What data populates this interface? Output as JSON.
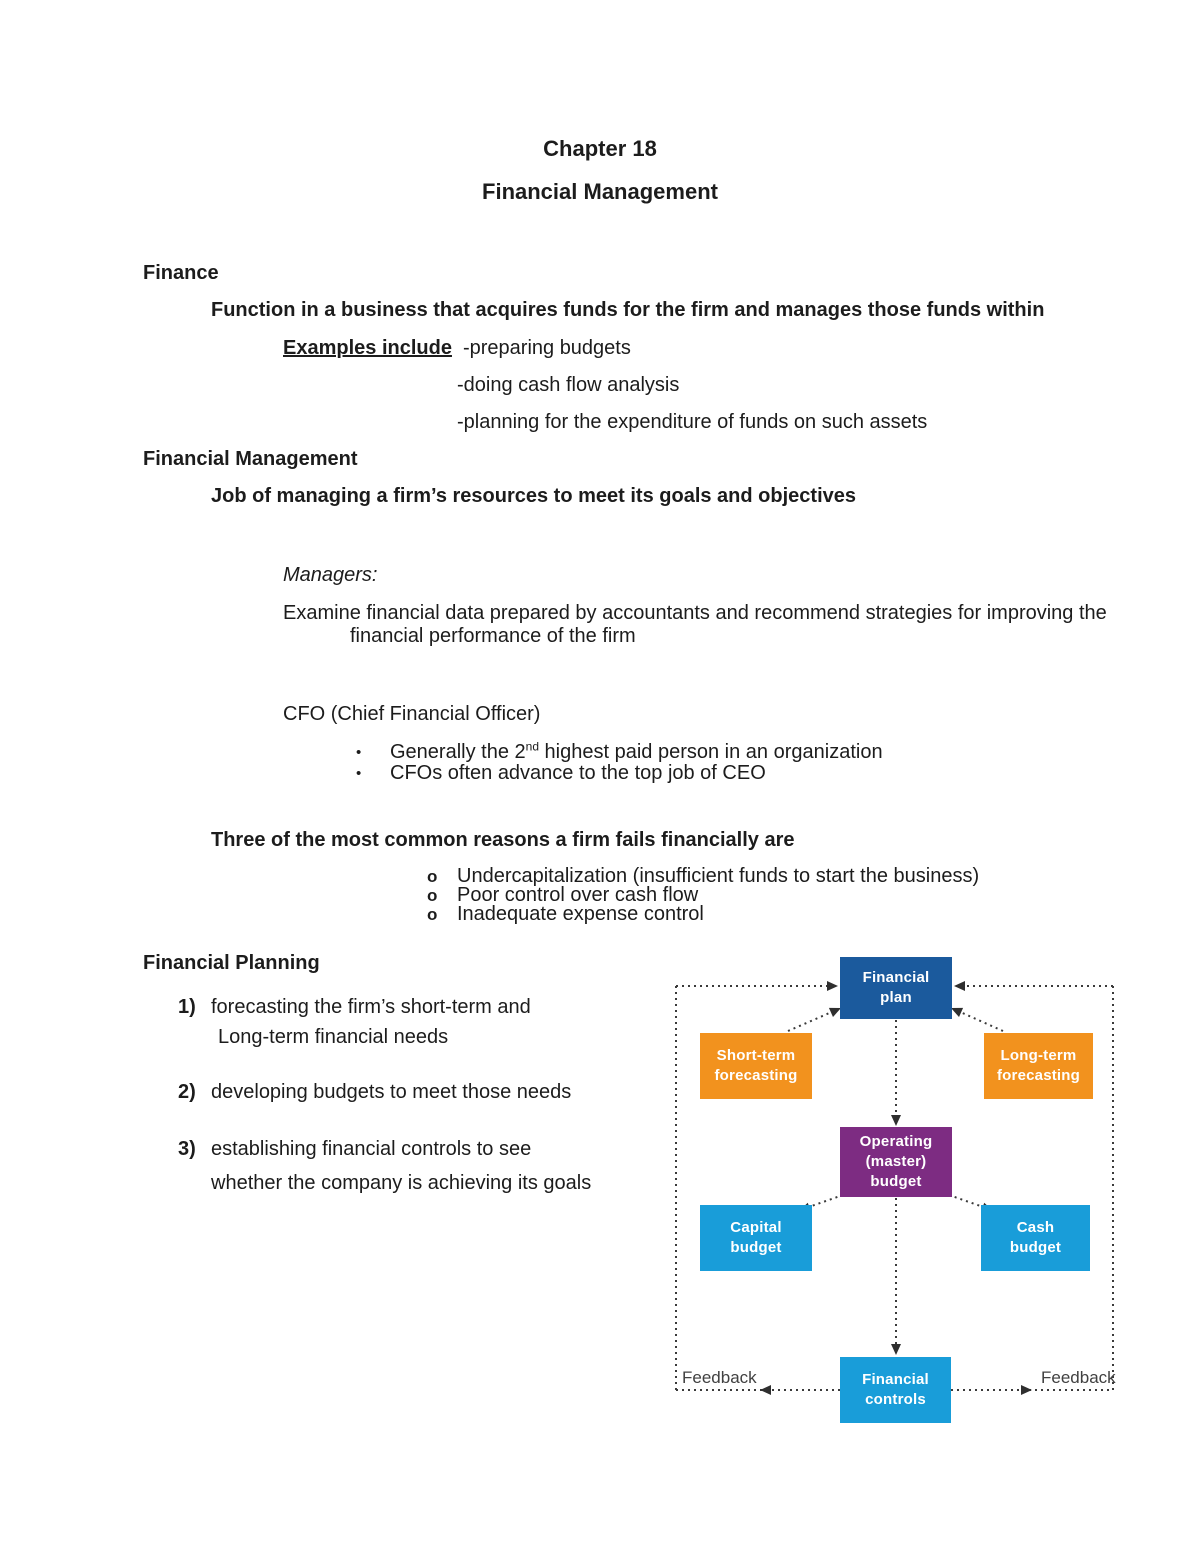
{
  "title": {
    "line1": "Chapter 18",
    "line2": "Financial Management"
  },
  "finance": {
    "heading": "Finance",
    "definition": "Function in a business that acquires funds for the firm and manages those funds within",
    "examples_label": "Examples include",
    "examples": [
      "-preparing budgets",
      "-doing cash flow analysis",
      "-planning for the expenditure of funds on such assets"
    ]
  },
  "financial_management": {
    "heading": "Financial Management",
    "definition": "Job of managing a firm’s resources to meet its goals and objectives",
    "managers_label": "Managers:",
    "managers_text": "Examine financial data prepared by accountants and recommend strategies for improving the financial performance of the firm",
    "cfo_heading": "CFO (Chief Financial Officer)",
    "bullet_marker": "•",
    "cfo_bullets": [
      {
        "pre": "Generally the 2",
        "sup": "nd",
        "post": " highest paid person in an organization"
      },
      {
        "pre": "CFOs often advance to the top job of CEO",
        "sup": "",
        "post": ""
      }
    ],
    "reasons_heading": "Three of the most common reasons a firm fails financially are",
    "reason_marker": "o",
    "reasons": [
      "Undercapitalization (insufficient funds to start the business)",
      "Poor control over cash flow",
      "Inadequate expense control"
    ]
  },
  "financial_planning": {
    "heading": "Financial Planning",
    "items": [
      {
        "num": "1)",
        "line1": "forecasting the firm’s short-term and",
        "line2": "Long-term financial needs"
      },
      {
        "num": "2)",
        "line1": "developing budgets to meet those needs",
        "line2": ""
      },
      {
        "num": "3)",
        "line1": "establishing financial controls to see",
        "line2": "whether the company is achieving its goals"
      }
    ]
  },
  "diagram": {
    "boxes": {
      "financial_plan": {
        "label": "Financial plan",
        "color": "#1b5a9d"
      },
      "short_term": {
        "label": "Short-term forecasting",
        "color": "#f2921e"
      },
      "long_term": {
        "label": "Long-term forecasting",
        "color": "#f2921e"
      },
      "operating": {
        "label": "Operating (master) budget",
        "color": "#7d2c82"
      },
      "capital": {
        "label": "Capital budget",
        "color": "#199dd9"
      },
      "cash": {
        "label": "Cash budget",
        "color": "#199dd9"
      },
      "controls": {
        "label": "Financial controls",
        "color": "#199dd9"
      }
    },
    "feedback_left": "Feedback",
    "feedback_right": "Feedback",
    "line_color": "#3a3a3a"
  }
}
